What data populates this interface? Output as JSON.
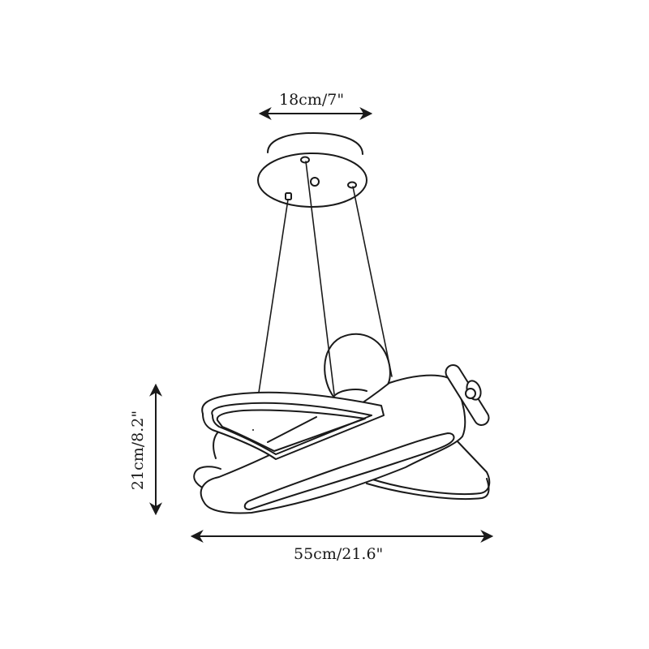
{
  "diagram": {
    "subject": "Airplane pendant lamp line drawing",
    "colors": {
      "line": "#1a1a1a",
      "background": "#ffffff"
    },
    "dimensions": {
      "canopy_width": {
        "label": "18cm/7\"",
        "orientation": "horizontal"
      },
      "height": {
        "label": "21cm/8.2\"",
        "orientation": "vertical"
      },
      "width": {
        "label": "55cm/21.6\"",
        "orientation": "horizontal"
      }
    },
    "parts": [
      "ceiling-canopy",
      "suspension-wires",
      "airplane-body",
      "wing-ring",
      "propeller",
      "pilot-head",
      "tail"
    ]
  }
}
